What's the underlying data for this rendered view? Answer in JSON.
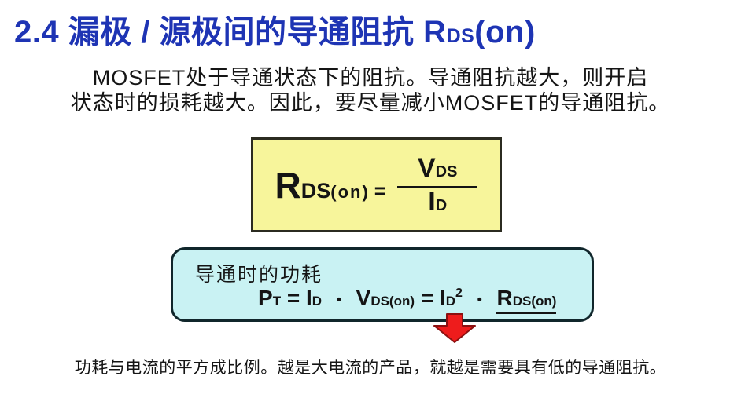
{
  "slide": {
    "title": {
      "main": "2.4 漏极 / 源极间的导通阻抗 ",
      "r": "R",
      "r_sub": "DS",
      "r_paren": "(on)"
    },
    "intro": {
      "line1": "MOSFET处于导通状态下的阻抗。导通阻抗越大，则开启",
      "line2": "状态时的损耗越大。因此，要尽量减小MOSFET的导通阻抗。"
    },
    "rds_formula": {
      "lhs_main": "R",
      "lhs_sub": "DS",
      "lhs_paren": "(on)",
      "equals": "=",
      "num_main": "V",
      "num_sub": "DS",
      "den_main": "I",
      "den_sub": "D"
    },
    "power_box": {
      "heading": "导通时的功耗",
      "formula": {
        "p": "P",
        "p_sub": "T",
        "eq1": "=",
        "i1": "I",
        "i1_sub": "D",
        "dot1": "・",
        "v": "V",
        "v_sub": "DS(on)",
        "eq2": "=",
        "i2": "I",
        "i2_sub": "D",
        "i2_sup": "2",
        "dot2": "・",
        "r": "R",
        "r_sub": "DS(on)"
      }
    },
    "conclusion": "功耗与电流的平方成比例。越是大电流的产品，就越是需要具有低的导通阻抗。",
    "colors": {
      "title_blue": "#1E34B4",
      "formula_box_fill": "#F7F59B",
      "power_box_fill": "#C9F2F3",
      "box_border_dark": "#10262B",
      "arrow_red": "#EE1C1C",
      "arrow_outline": "#8B1010",
      "text_black": "#151515"
    }
  }
}
